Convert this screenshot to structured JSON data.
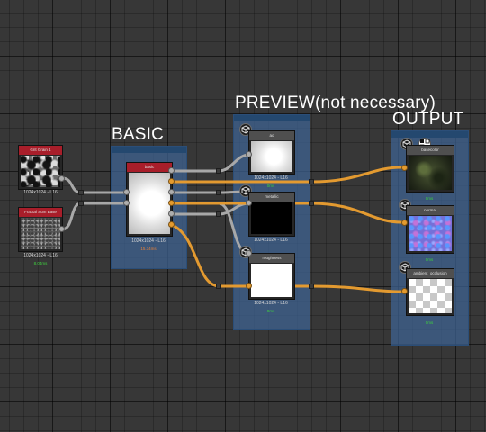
{
  "frames": {
    "basic": {
      "title": "BASIC"
    },
    "preview": {
      "title": "PREVIEW(not necessary)"
    },
    "output": {
      "title": "OUTPUT"
    }
  },
  "nodes": {
    "noise1": {
      "title": "Grit Grain 1",
      "res": "1024x1024 - L16",
      "time": ""
    },
    "noise2": {
      "title": "Fractal Sum Base",
      "res": "1024x1024 - L16",
      "time": "8.04ms"
    },
    "basic": {
      "title": "basic",
      "res": "1024x1024 - L16",
      "time": "15.34ms"
    },
    "pv1": {
      "title": "ao",
      "res": "1024x1024 - L16",
      "time": "0ms"
    },
    "pv2": {
      "title": "metallic",
      "res": "1024x1024 - L16",
      "time": ""
    },
    "pv3": {
      "title": "roughness",
      "res": "1024x1024 - L16",
      "time": "0ms"
    },
    "out1": {
      "title": "basecolor",
      "res": "",
      "time": "0ms"
    },
    "out2": {
      "title": "normal",
      "res": "",
      "time": "0ms"
    },
    "out3": {
      "title": "ambient_occlusion",
      "res": "",
      "time": "0ms"
    }
  },
  "colors": {
    "frame": "#3e6494",
    "wire_gray": "#a8a8a8",
    "wire_orange": "#e39a30",
    "node_header_red": "#a81e2a",
    "time_green": "#3fd23f",
    "time_orange": "#e8823a"
  },
  "icons": [
    "graph-node-icon",
    "dependency-icon"
  ]
}
